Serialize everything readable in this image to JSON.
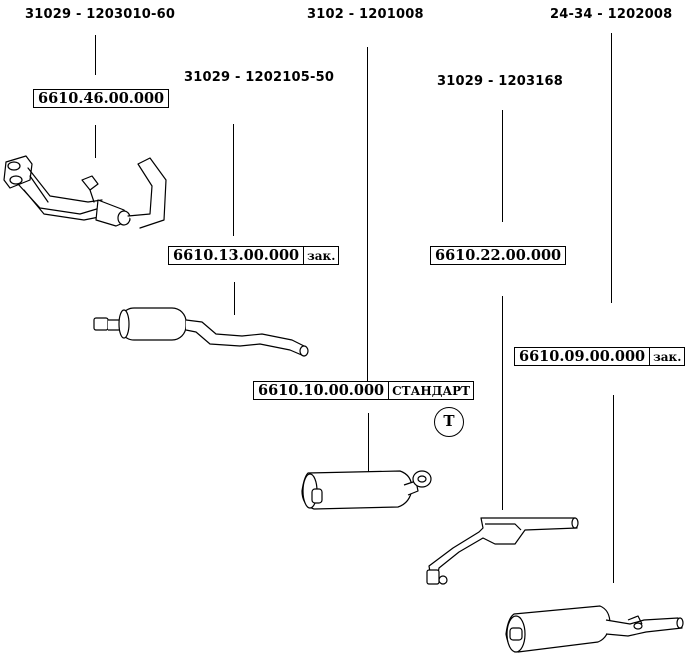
{
  "oem_refs": {
    "intake_pipe": "31029 - 1203010-60",
    "resonator_front": "31029 - 1202105-50",
    "main_muffler": "3102 - 1201008",
    "intermediate_pipe": "31029 - 1203168",
    "rear_muffler": "24-34 - 1202008"
  },
  "parts": {
    "intake_pipe": {
      "code": "6610.46.00.000"
    },
    "resonator_front": {
      "code": "6610.13.00.000",
      "note": "зак."
    },
    "intermediate_pipe": {
      "code": "6610.22.00.000"
    },
    "rear_muffler": {
      "code": "6610.09.00.000",
      "note": "зак."
    },
    "main_muffler": {
      "code": "6610.10.00.000",
      "note": "СТАНДАРТ"
    }
  },
  "badge": {
    "letter": "T"
  }
}
